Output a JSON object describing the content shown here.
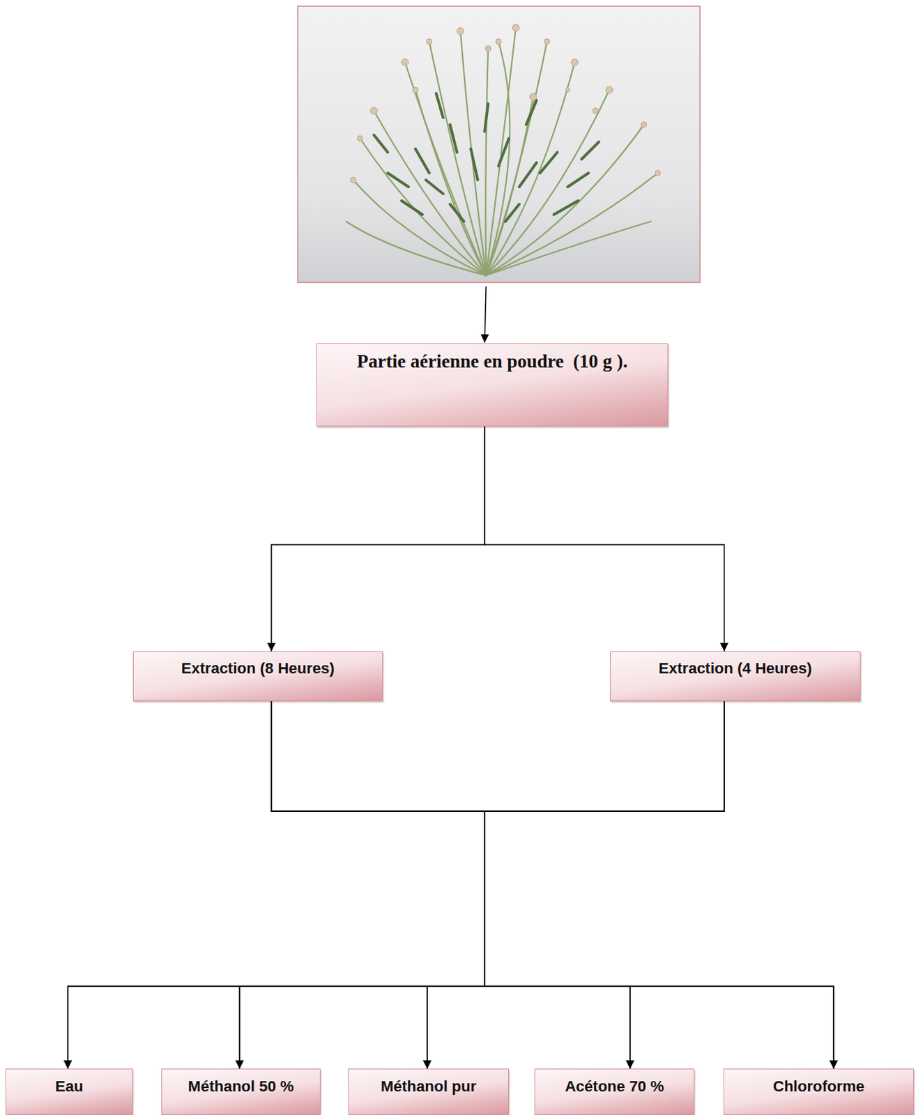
{
  "diagram": {
    "nodes": [
      {
        "text": [
          "Partie aérienne en poudre  (10 g )."
        ]
      },
      {
        "text": [
          "Extraction (8 Heures)"
        ]
      },
      {
        "text": [
          "Extraction (4 Heures)"
        ]
      },
      {
        "text": [
          "Eau"
        ]
      },
      {
        "text": [
          "Méthanol 50 %"
        ]
      },
      {
        "text": [
          "Méthanol pur"
        ]
      },
      {
        "text": [
          "Acétone 70 %"
        ]
      },
      {
        "text": [
          "Chloroforme"
        ]
      }
    ],
    "edges": [
      {
        "from": 0,
        "to": 1,
        "arrow": "to"
      },
      {
        "from": 0,
        "to": 2,
        "arrow": "to"
      },
      {
        "from": 1,
        "to": 3,
        "arrow": "to"
      },
      {
        "from": 1,
        "to": 4,
        "arrow": "to"
      },
      {
        "from": 1,
        "to": 5,
        "arrow": "to"
      },
      {
        "from": 1,
        "to": 6,
        "arrow": "to"
      },
      {
        "from": 1,
        "to": 7,
        "arrow": "to"
      },
      {
        "from": 2,
        "to": 3,
        "arrow": "to"
      },
      {
        "from": 2,
        "to": 4,
        "arrow": "to"
      },
      {
        "from": 2,
        "to": 5,
        "arrow": "to"
      },
      {
        "from": 2,
        "to": 6,
        "arrow": "to"
      },
      {
        "from": 2,
        "to": 7,
        "arrow": "to"
      }
    ]
  }
}
